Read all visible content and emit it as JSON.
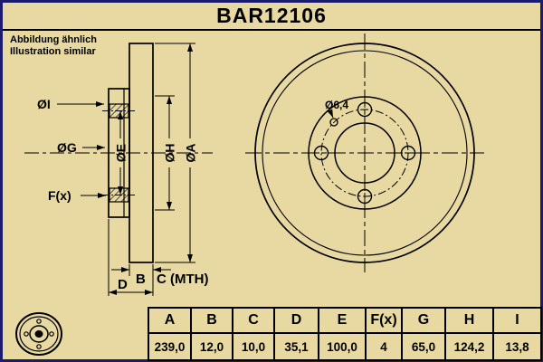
{
  "header": {
    "title": "BAR12106",
    "note_line1": "Abbildung ähnlich",
    "note_line2": "Illustration similar"
  },
  "drawing": {
    "labels": {
      "dia_i": "ØI",
      "dia_g": "ØG",
      "dia_e": "ØE",
      "dia_h": "ØH",
      "dia_a": "ØA",
      "f": "F(x)",
      "b": "B",
      "c": "C (MTH)",
      "d": "D",
      "hole": "Ø6,4"
    }
  },
  "table": {
    "headers": [
      "A",
      "B",
      "C",
      "D",
      "E",
      "F(x)",
      "G",
      "H",
      "I"
    ],
    "values": [
      "239,0",
      "12,0",
      "10,0",
      "35,1",
      "100,0",
      "4",
      "65,0",
      "124,2",
      "13,8"
    ]
  },
  "colors": {
    "background": "#e7d9a1",
    "border": "#1c1c6e",
    "line": "#000000"
  }
}
